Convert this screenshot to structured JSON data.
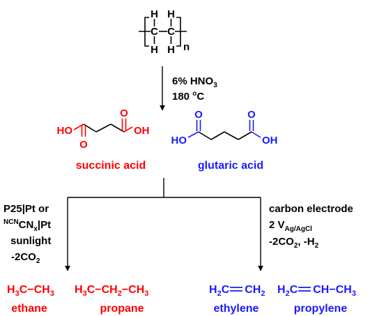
{
  "colors": {
    "black": "#000000",
    "red": "#ff0000",
    "blue": "#1a1aff"
  },
  "polymer": {
    "h": "H",
    "c": "C",
    "repeat_subscript": "n"
  },
  "step1": {
    "reagent_main": "6% HNO",
    "reagent_sub": "3",
    "temperature_value": "180 ",
    "temperature_degree": "o",
    "temperature_unit": "C"
  },
  "succinic": {
    "ho": "HO",
    "oh": "OH",
    "o": "O",
    "name": "succinic acid"
  },
  "glutaric": {
    "ho": "HO",
    "oh": "OH",
    "o": "O",
    "name": "glutaric acid"
  },
  "left_conditions": {
    "line1": "P25|Pt or",
    "line2_sup": "NCN",
    "line2_main": "CN",
    "line2_sub": "x",
    "line2_end": "|Pt",
    "line3": "sunlight",
    "line4_main": "-2CO",
    "line4_sub": "2"
  },
  "right_conditions": {
    "line1": "carbon electrode",
    "line2_main": "2 V",
    "line2_sub": "Ag/AgCl",
    "line3_a": "-2CO",
    "line3_a_sub": "2",
    "line3_b": ", -H",
    "line3_b_sub": "2"
  },
  "products": {
    "ethane": {
      "formula_a": "H",
      "formula_a_sub": "3",
      "formula_b": "C−CH",
      "formula_b_sub": "3",
      "name": "ethane"
    },
    "propane": {
      "formula_a": "H",
      "formula_a_sub": "3",
      "formula_b": "C−CH",
      "formula_b_sub": "2",
      "formula_c": "−CH",
      "formula_c_sub": "3",
      "name": "propane"
    },
    "ethylene": {
      "formula_a": "H",
      "formula_a_sub": "2",
      "formula_b": "C",
      "formula_c": "CH",
      "formula_c_sub": "2",
      "name": "ethylene"
    },
    "propylene": {
      "formula_a": "H",
      "formula_a_sub": "2",
      "formula_b": "C",
      "formula_c": "CH−CH",
      "formula_c_sub": "3",
      "name": "propylene"
    }
  }
}
